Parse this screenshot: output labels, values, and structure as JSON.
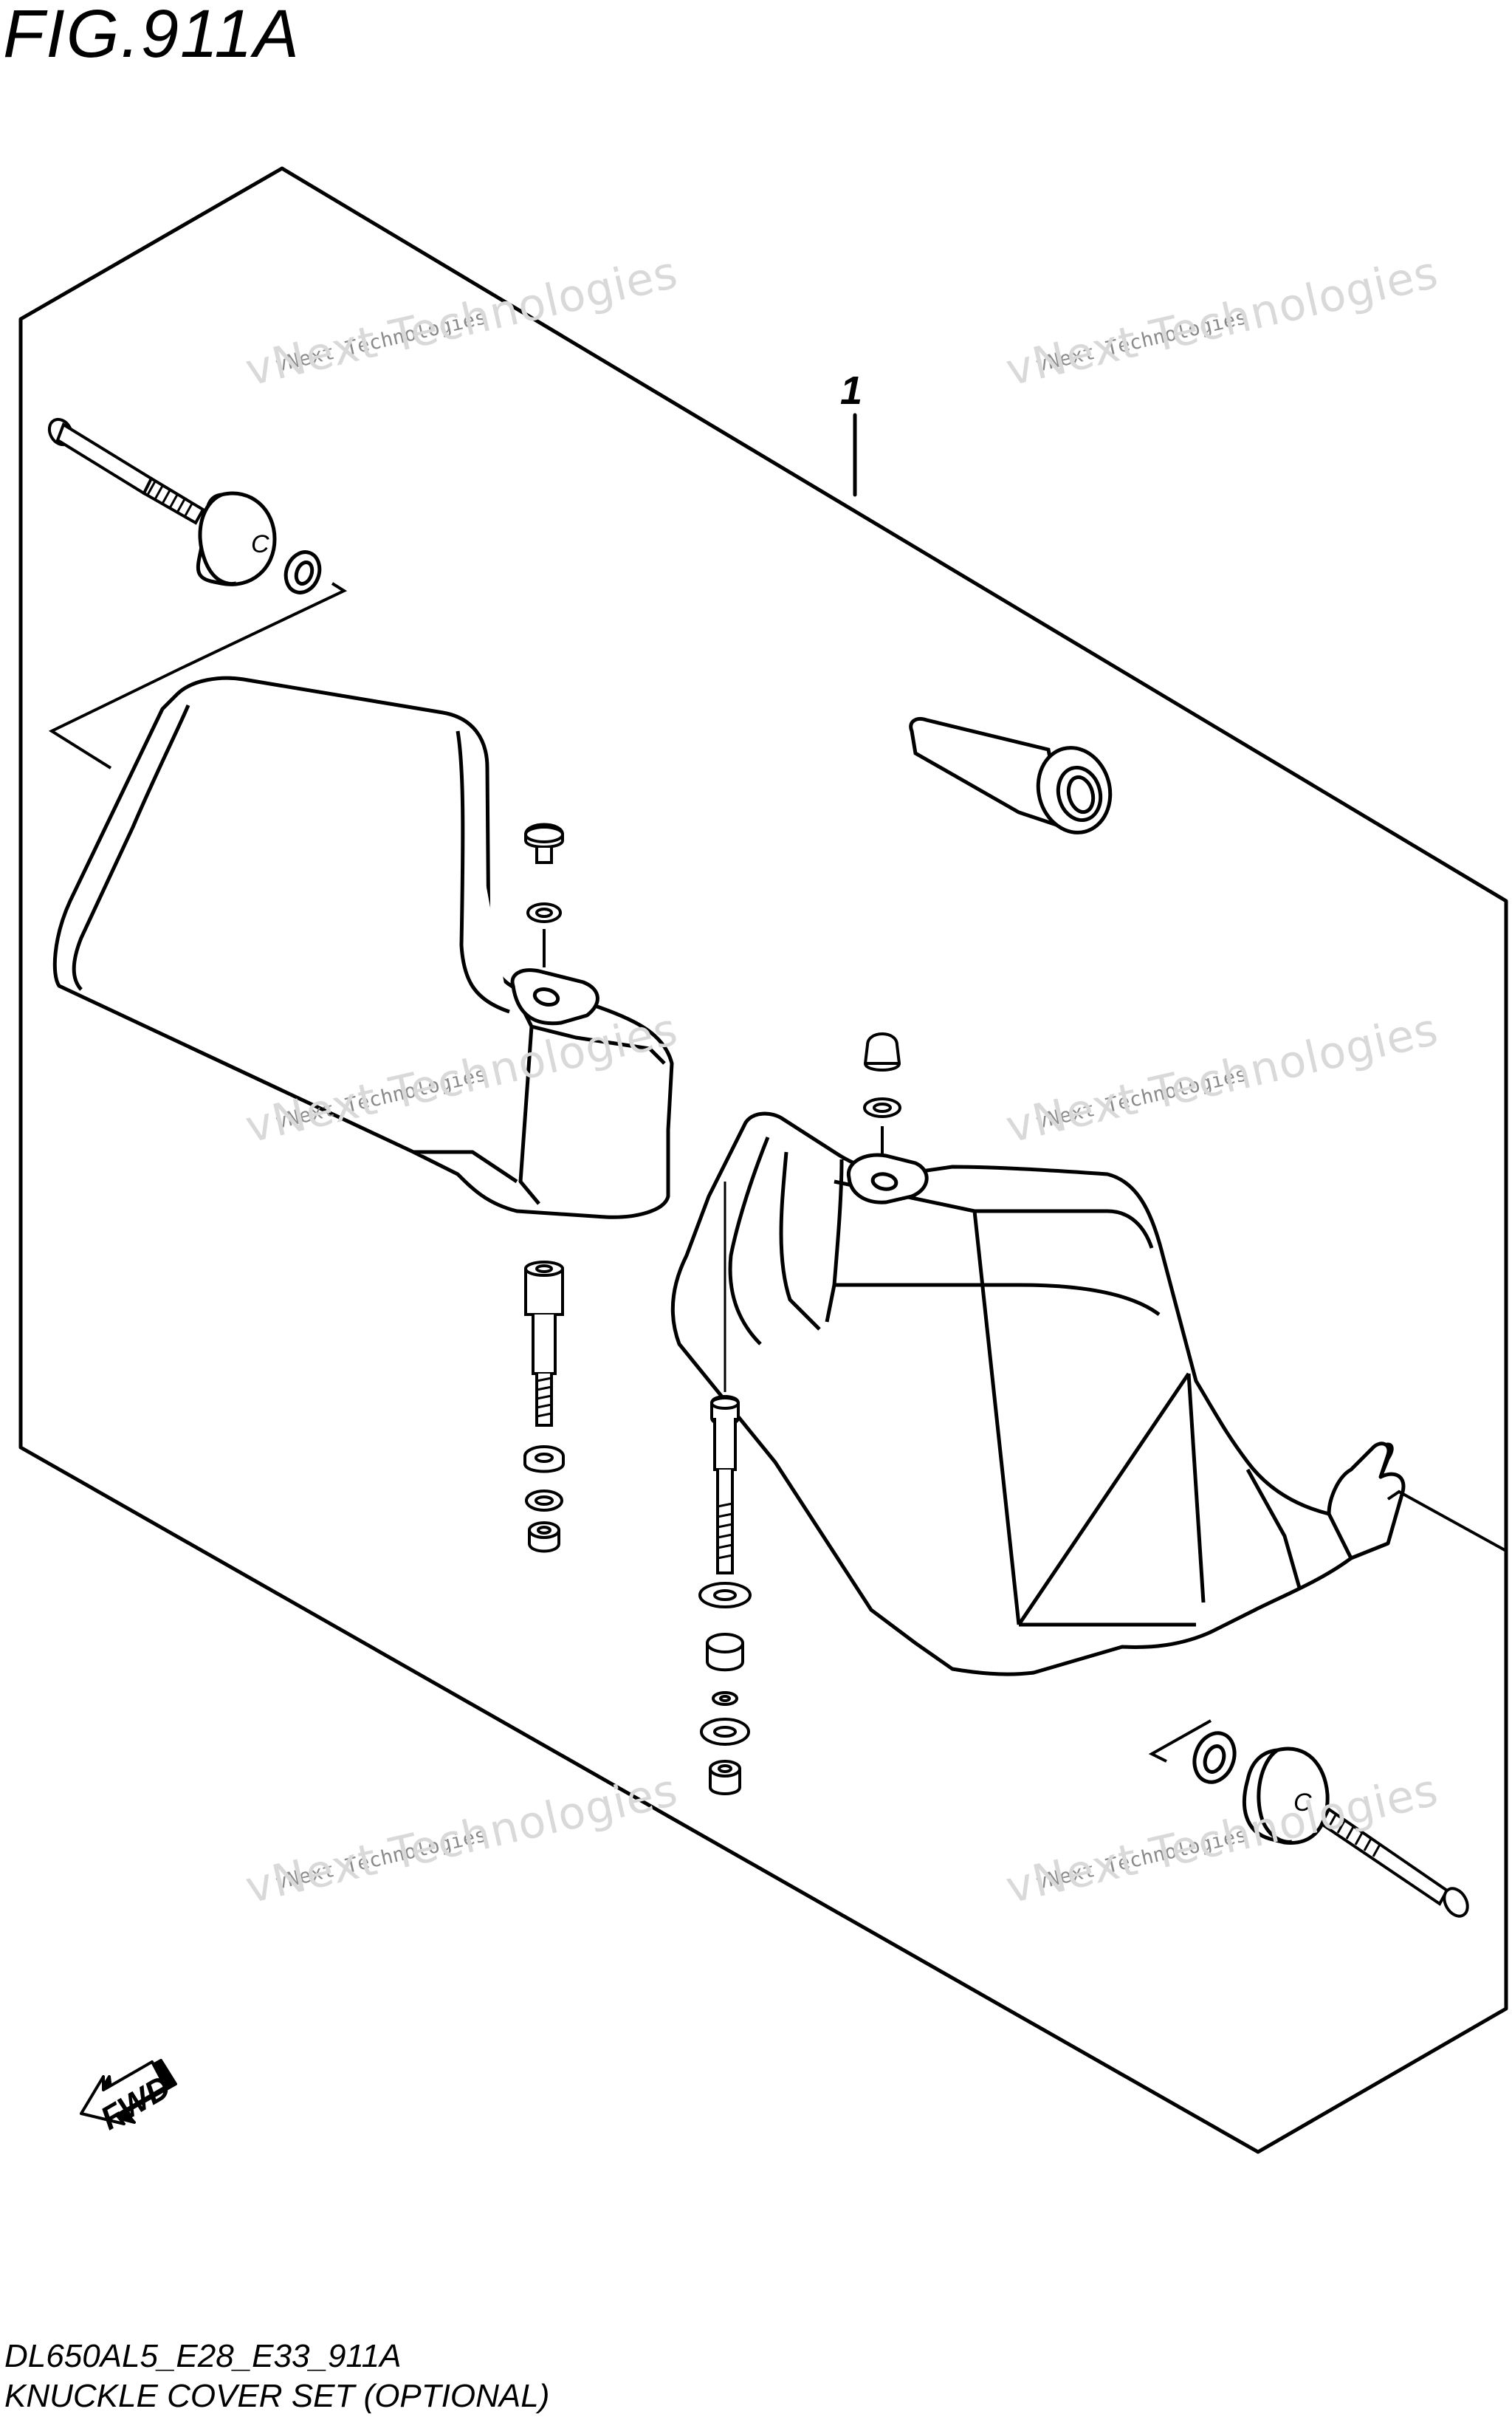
{
  "figure": {
    "title": "FIG.911A",
    "code": "DL650AL5_E28_E33_911A",
    "name": "KNUCKLE COVER SET (OPTIONAL)"
  },
  "callouts": [
    {
      "ref": "1"
    }
  ],
  "fastener_letter": "C",
  "direction_arrow": {
    "label": "FWD",
    "icon": "fwd-arrow-icon"
  },
  "watermark": {
    "line1": "vNext Technologies",
    "line2": "vNext Technologies"
  }
}
